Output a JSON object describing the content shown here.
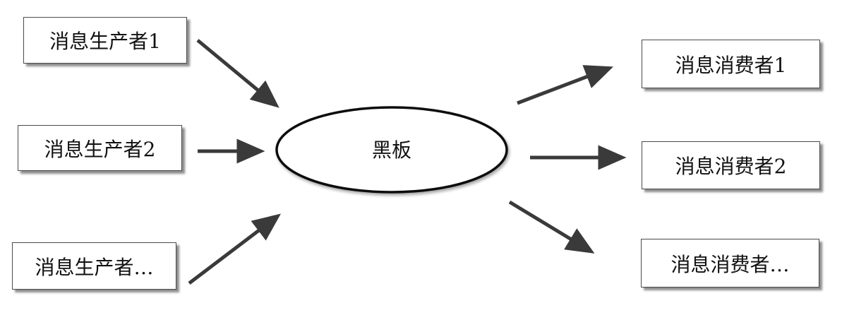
{
  "producers": [
    {
      "label": "消息生产者1"
    },
    {
      "label": "消息生产者2"
    },
    {
      "label": "消息生产者…"
    }
  ],
  "blackboard": {
    "label": "黑板"
  },
  "consumers": [
    {
      "label": "消息消费者1"
    },
    {
      "label": "消息消费者2"
    },
    {
      "label": "消息消费者…"
    }
  ],
  "colors": {
    "arrow": "#3a3a3a",
    "box_border": "#4a4a4a",
    "ellipse_stroke": "#111111"
  }
}
